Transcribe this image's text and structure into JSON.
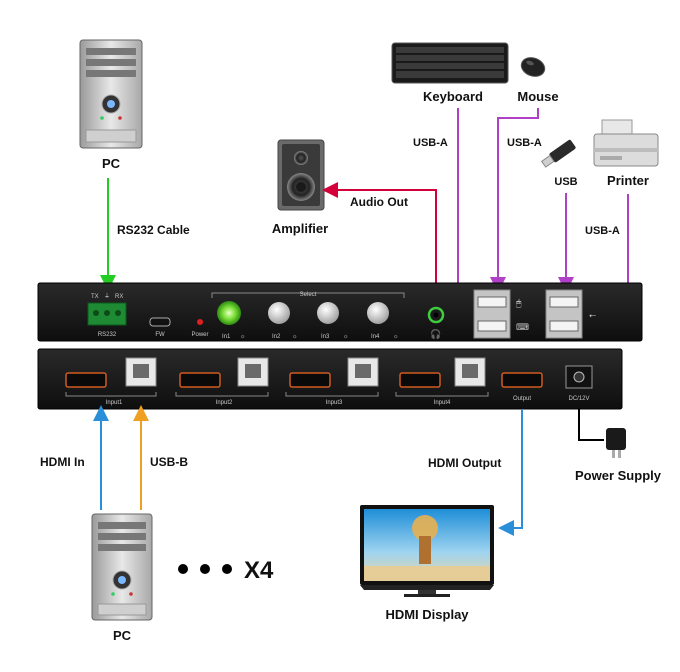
{
  "labels": {
    "pc_top": "PC",
    "rs232_cable": "RS232 Cable",
    "amplifier": "Amplifier",
    "audio_out": "Audio Out",
    "keyboard": "Keyboard",
    "mouse": "Mouse",
    "usb_a_1": "USB-A",
    "usb_a_2": "USB-A",
    "usb": "USB",
    "printer": "Printer",
    "usb_a_3": "USB-A",
    "hdmi_in": "HDMI In",
    "usb_b": "USB-B",
    "hdmi_output": "HDMI Output",
    "power_supply": "Power Supply",
    "x4": "X4",
    "pc_bottom": "PC",
    "hdmi_display": "HDMI Display"
  },
  "front_panel": {
    "tx": "TX",
    "gnd": "⏚",
    "rx": "RX",
    "rs232": "RS232",
    "fw": "FW",
    "power": "Power",
    "select": "Select",
    "in1": "In1",
    "in2": "In2",
    "in3": "In3",
    "in4": "In4"
  },
  "rear_panel": {
    "input1": "Input1",
    "input2": "Input2",
    "input3": "Input3",
    "input4": "Input4",
    "output": "Output",
    "dc": "DC/12V"
  },
  "colors": {
    "rs232": "#22cc22",
    "audio": "#d4003a",
    "usb": "#b040c8",
    "hdmi": "#2a8fd8",
    "usbb": "#f0a020",
    "power_line": "#000000"
  }
}
